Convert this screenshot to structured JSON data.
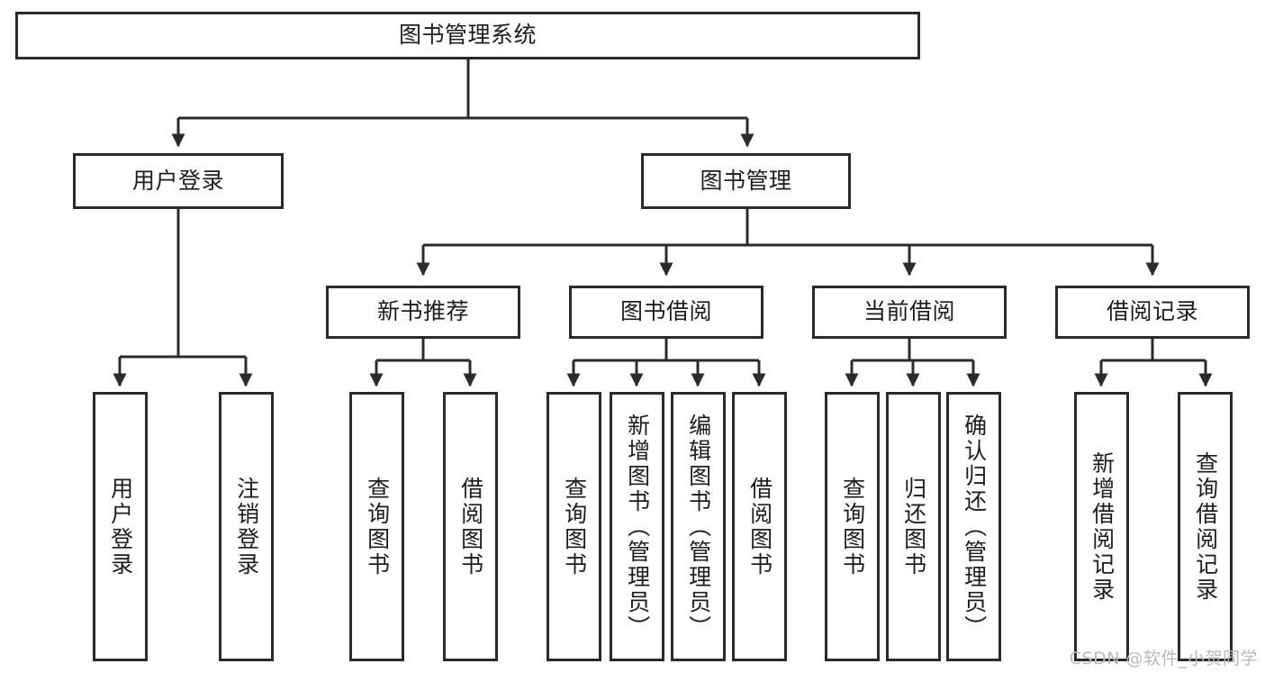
{
  "diagram": {
    "title": "图书管理系统",
    "type": "tree-hierarchy",
    "root": "图书管理系统",
    "watermark": "CSDN @软件_小贺同学",
    "colors": {
      "stroke": "#2b2b2b",
      "fill": "#ffffff",
      "text": "#1d1d1d",
      "watermark": "#b9b9b9"
    }
  },
  "nodes": {
    "root": {
      "label": "图书管理系统",
      "level": 0,
      "orientation": "horizontal"
    },
    "level1": [
      {
        "id": "user-login",
        "label": "用户登录",
        "orientation": "horizontal"
      },
      {
        "id": "book-manage",
        "label": "图书管理",
        "orientation": "horizontal"
      }
    ],
    "level2": [
      {
        "id": "new-book-recommend",
        "label": "新书推荐",
        "parent": "book-manage",
        "orientation": "horizontal"
      },
      {
        "id": "book-borrow",
        "label": "图书借阅",
        "parent": "book-manage",
        "orientation": "horizontal"
      },
      {
        "id": "current-borrow",
        "label": "当前借阅",
        "parent": "book-manage",
        "orientation": "horizontal"
      },
      {
        "id": "borrow-record",
        "label": "借阅记录",
        "parent": "book-manage",
        "orientation": "horizontal"
      }
    ],
    "leaves": [
      {
        "id": "leaf-user-login",
        "label": "用户登录",
        "parent": "user-login",
        "orientation": "vertical"
      },
      {
        "id": "leaf-user-logout",
        "label": "注销登录",
        "parent": "user-login",
        "orientation": "vertical"
      },
      {
        "id": "leaf-query-book-1",
        "label": "查询图书",
        "parent": "new-book-recommend",
        "orientation": "vertical"
      },
      {
        "id": "leaf-borrow-book-1",
        "label": "借阅图书",
        "parent": "new-book-recommend",
        "orientation": "vertical"
      },
      {
        "id": "leaf-query-book-2",
        "label": "查询图书",
        "parent": "book-borrow",
        "orientation": "vertical"
      },
      {
        "id": "leaf-add-book",
        "label": "新增图书（管理员）",
        "parent": "book-borrow",
        "orientation": "vertical"
      },
      {
        "id": "leaf-edit-book",
        "label": "编辑图书（管理员）",
        "parent": "book-borrow",
        "orientation": "vertical"
      },
      {
        "id": "leaf-borrow-book-2",
        "label": "借阅图书",
        "parent": "book-borrow",
        "orientation": "vertical"
      },
      {
        "id": "leaf-query-book-3",
        "label": "查询图书",
        "parent": "current-borrow",
        "orientation": "vertical"
      },
      {
        "id": "leaf-return-book",
        "label": "归还图书",
        "parent": "current-borrow",
        "orientation": "vertical"
      },
      {
        "id": "leaf-confirm-return",
        "label": "确认归还（管理员）",
        "parent": "current-borrow",
        "orientation": "vertical"
      },
      {
        "id": "leaf-add-record",
        "label": "新增借阅记录",
        "parent": "borrow-record",
        "orientation": "vertical"
      },
      {
        "id": "leaf-query-record",
        "label": "查询借阅记录",
        "parent": "borrow-record",
        "orientation": "vertical"
      }
    ]
  }
}
